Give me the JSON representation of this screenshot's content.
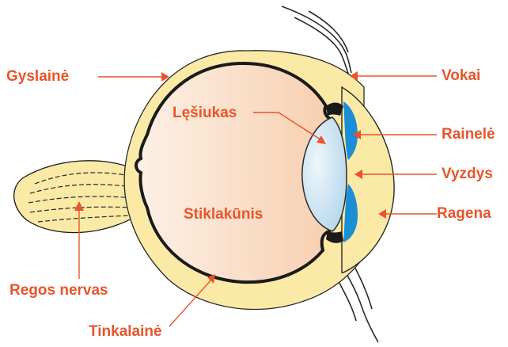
{
  "labels": {
    "gyslaine": "Gyslainė",
    "lesiukas": "Lęšiukas",
    "stiklakunis": "Stiklakūnis",
    "regos_nervas": "Regos nervas",
    "tinkalaine": "Tinkalainė",
    "vokai": "Vokai",
    "rainele": "Rainelė",
    "vyzdys": "Vyzdys",
    "ragena": "Ragena"
  },
  "colors": {
    "label": "#e8552a",
    "leader": "#e8552a",
    "outline": "#1a1a1a",
    "sclera_fill": "#fbe9a6",
    "vitreous_light": "#fdf1e6",
    "vitreous_dark": "#f7cfb0",
    "lens_light": "#eef6fb",
    "lens_dark": "#b8d8ec",
    "iris": "#1b8fd6",
    "cornea_fill": "#fbe9a6"
  }
}
